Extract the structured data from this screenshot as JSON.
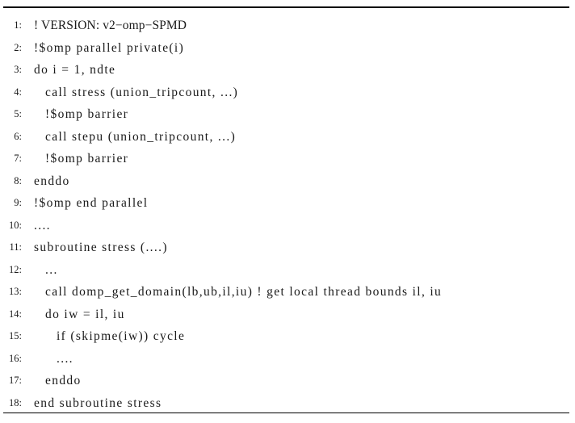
{
  "figure": {
    "title": "Fortran OpenMP SPMD code listing",
    "background_color": "#ffffff",
    "text_color": "#1a1a1a",
    "rule_color": "#000000",
    "rules": {
      "top_label": "top-rule",
      "bottom_label": "bottom-rule"
    }
  },
  "listing": {
    "lines": [
      {
        "no": "1:",
        "code": "!  VERSION:  v2−omp−SPMD",
        "indent": 0,
        "style": "tight"
      },
      {
        "no": "2:",
        "code": "!$omp parallel private(i)",
        "indent": 0,
        "style": "spaced"
      },
      {
        "no": "3:",
        "code": "do i = 1, ndte",
        "indent": 0,
        "style": "spaced"
      },
      {
        "no": "4:",
        "code": "call stress (union_tripcount, ...)",
        "indent": 1,
        "style": "spaced"
      },
      {
        "no": "5:",
        "code": "!$omp barrier",
        "indent": 1,
        "style": "spaced"
      },
      {
        "no": "6:",
        "code": "call stepu (union_tripcount, ...)",
        "indent": 1,
        "style": "spaced"
      },
      {
        "no": "7:",
        "code": "!$omp barrier",
        "indent": 1,
        "style": "spaced"
      },
      {
        "no": "8:",
        "code": "enddo",
        "indent": 0,
        "style": "spaced"
      },
      {
        "no": "9:",
        "code": "!$omp end parallel",
        "indent": 0,
        "style": "spaced"
      },
      {
        "no": "10:",
        "code": "....",
        "indent": 0,
        "style": "spaced"
      },
      {
        "no": "11:",
        "code": "subroutine stress (....)",
        "indent": 0,
        "style": "spaced"
      },
      {
        "no": "12:",
        "code": "...",
        "indent": 1,
        "style": "spaced"
      },
      {
        "no": "13:",
        "code": "call domp_get_domain(lb,ub,il,iu) ! get local thread bounds il, iu",
        "indent": 1,
        "style": "spaced"
      },
      {
        "no": "14:",
        "code": "do iw = il, iu",
        "indent": 1,
        "style": "spaced"
      },
      {
        "no": "15:",
        "code": "if (skipme(iw)) cycle",
        "indent": 2,
        "style": "spaced"
      },
      {
        "no": "16:",
        "code": "....",
        "indent": 2,
        "style": "spaced"
      },
      {
        "no": "17:",
        "code": "enddo",
        "indent": 1,
        "style": "spaced"
      },
      {
        "no": "18:",
        "code": "end subroutine stress",
        "indent": 0,
        "style": "spaced"
      }
    ]
  }
}
